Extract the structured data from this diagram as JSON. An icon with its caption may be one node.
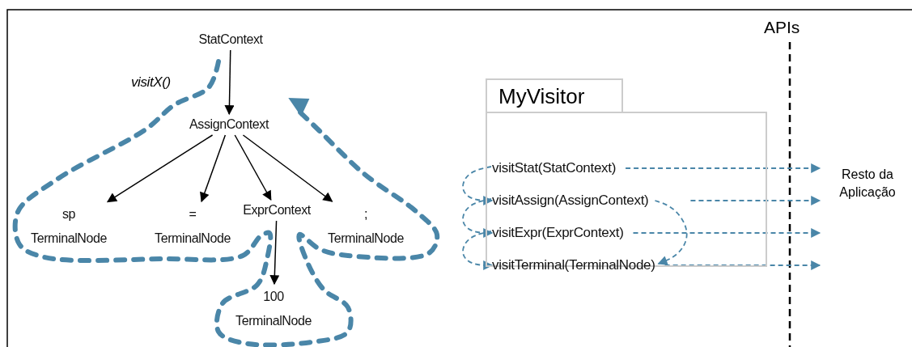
{
  "diagram": {
    "nodes": [
      {
        "text": [
          "StatContext"
        ]
      },
      {
        "text": [
          "AssignContext"
        ]
      },
      {
        "text": [
          "sp",
          "TerminalNode"
        ]
      },
      {
        "text": [
          "=",
          "TerminalNode"
        ]
      },
      {
        "text": [
          "ExprContext"
        ]
      },
      {
        "text": [
          ";",
          "TerminalNode"
        ]
      },
      {
        "text": [
          "100",
          "TerminalNode"
        ]
      },
      {
        "text": [
          "MyVisitor"
        ]
      },
      {
        "text": [
          "visitStat(StatContext)"
        ],
        "in": 7
      },
      {
        "text": [
          "visitAssign(AssignContext)"
        ],
        "in": 7
      },
      {
        "text": [
          "visitExpr(ExprContext)"
        ],
        "in": 7
      },
      {
        "text": [
          "visitTerminal(TerminalNode)"
        ],
        "in": 7
      }
    ],
    "edges": [
      {
        "from": 0,
        "to": 1,
        "arrow": "to",
        "color": "#000000"
      },
      {
        "from": 1,
        "to": 2,
        "arrow": "to",
        "color": "#000000"
      },
      {
        "from": 1,
        "to": 3,
        "arrow": "to",
        "color": "#000000"
      },
      {
        "from": 1,
        "to": 4,
        "arrow": "to",
        "color": "#000000"
      },
      {
        "from": 1,
        "to": 5,
        "arrow": "to",
        "color": "#000000"
      },
      {
        "from": 4,
        "to": 6,
        "arrow": "to",
        "color": "#000000"
      },
      {
        "from": 8,
        "to": 9,
        "arrow": "to",
        "style": "dashed",
        "color": "#4a86a8"
      },
      {
        "from": 9,
        "to": 10,
        "arrow": "to",
        "style": "dashed",
        "color": "#4a86a8"
      },
      {
        "from": 10,
        "to": 11,
        "arrow": "to",
        "style": "dashed",
        "color": "#4a86a8"
      },
      {
        "from": 9,
        "to": 11,
        "arrow": "to",
        "style": "dashed",
        "color": "#4a86a8"
      },
      {
        "from": 8,
        "to": null,
        "arrow": "to",
        "style": "dashed",
        "color": "#4a86a8"
      },
      {
        "from": 9,
        "to": null,
        "arrow": "to",
        "style": "dashed",
        "color": "#4a86a8"
      },
      {
        "from": 10,
        "to": null,
        "arrow": "to",
        "style": "dashed",
        "color": "#4a86a8"
      },
      {
        "from": 11,
        "to": null,
        "arrow": "to",
        "style": "dashed",
        "color": "#4a86a8"
      }
    ],
    "labels": [
      "visitX()",
      "APIs",
      "Resto da Aplicação"
    ]
  }
}
